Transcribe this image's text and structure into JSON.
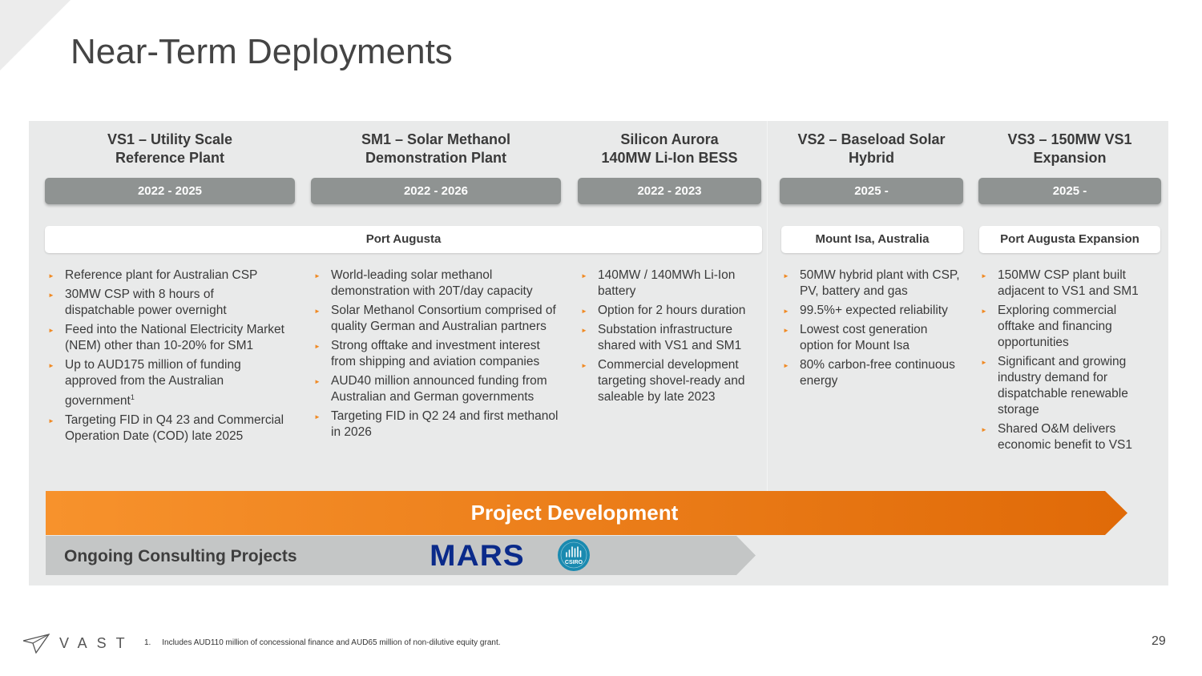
{
  "title": "Near-Term Deployments",
  "columns": [
    {
      "title": "VS1 – Utility Scale\nReference Plant",
      "dates": "2022 - 2025",
      "bullets": [
        "Reference plant for Australian CSP",
        "30MW CSP with 8 hours of dispatchable power overnight",
        "Feed into the National Electricity Market (NEM) other than 10-20% for SM1",
        "Up to AUD175 million of funding approved from the Australian government",
        "Targeting FID in Q4 23 and Commercial Operation Date (COD) late 2025"
      ],
      "footnote_ref": "1"
    },
    {
      "title": "SM1 – Solar Methanol\nDemonstration Plant",
      "dates": "2022 - 2026",
      "bullets": [
        "World-leading solar methanol demonstration with 20T/day capacity",
        "Solar Methanol Consortium comprised of quality German and Australian partners",
        "Strong offtake and investment interest from shipping and aviation companies",
        "AUD40 million announced funding from Australian and German governments",
        "Targeting FID in Q2 24 and first methanol in 2026"
      ]
    },
    {
      "title": "Silicon Aurora\n140MW Li-Ion BESS",
      "dates": "2022 - 2023",
      "bullets": [
        "140MW / 140MWh Li-Ion battery",
        "Option for 2 hours duration",
        "Substation infrastructure shared with VS1 and SM1",
        "Commercial development targeting shovel-ready and saleable by late 2023"
      ]
    },
    {
      "title": "VS2 – Baseload Solar\nHybrid",
      "dates": "2025 -",
      "bullets": [
        "50MW hybrid plant with CSP, PV, battery and gas",
        "99.5%+ expected reliability",
        "Lowest cost generation option for Mount Isa",
        "80% carbon-free continuous energy"
      ]
    },
    {
      "title": "VS3 – 150MW VS1\nExpansion",
      "dates": "2025 -",
      "bullets": [
        "150MW CSP plant built adjacent to VS1 and SM1",
        "Exploring commercial offtake and financing opportunities",
        "Significant and growing industry demand for dispatchable renewable storage",
        "Shared O&M delivers economic benefit to VS1"
      ]
    }
  ],
  "locations": {
    "port_augusta": "Port Augusta",
    "mount_isa": "Mount Isa, Australia",
    "port_augusta_expansion": "Port Augusta Expansion"
  },
  "project_development": "Project Development",
  "consulting": {
    "label": "Ongoing Consulting Projects",
    "logos": [
      "MARS",
      "CSIRO"
    ]
  },
  "footer": {
    "brand": "VAST",
    "footnote": "1.     Includes AUD110 million of concessional finance and AUD65 million of non-dilutive equity grant.",
    "page_number": "29"
  },
  "colors": {
    "accent_orange": "#f08a24",
    "pill_gray": "#8f9392",
    "panel_bg": "#e9eaea",
    "mars_blue": "#0a2a8a",
    "csiro_blue": "#1a8ab0"
  }
}
